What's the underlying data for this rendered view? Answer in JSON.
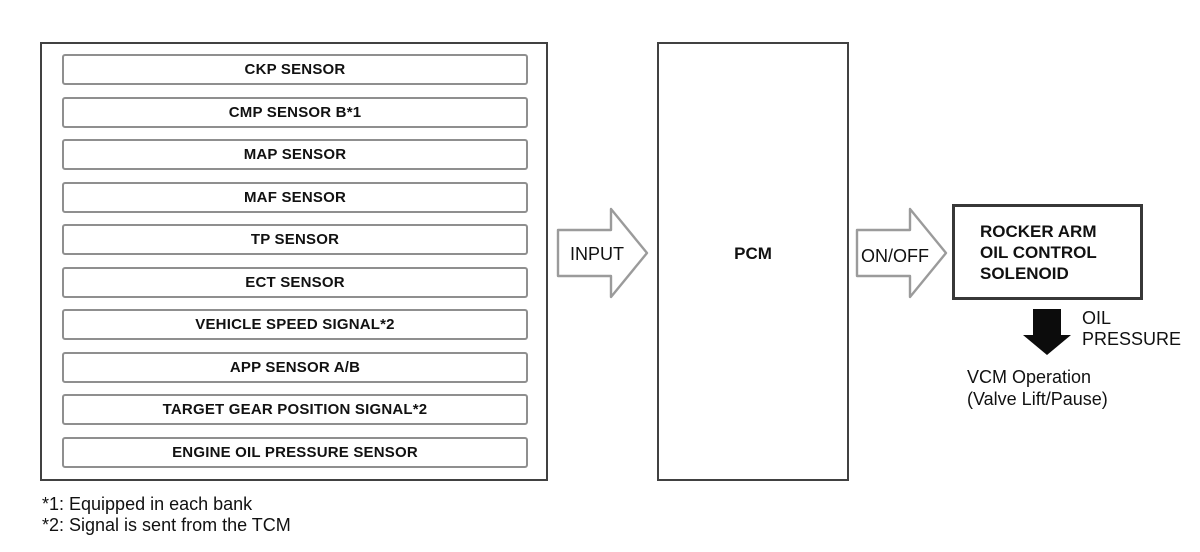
{
  "diagram": {
    "title_semantic": "PCM VCM control input/output diagram",
    "sensor_group": {
      "sensors": [
        "CKP SENSOR",
        "CMP SENSOR B*1",
        "MAP SENSOR",
        "MAF SENSOR",
        "TP SENSOR",
        "ECT SENSOR",
        "VEHICLE SPEED SIGNAL*2",
        "APP SENSOR A/B",
        "TARGET GEAR POSITION SIGNAL*2",
        "ENGINE OIL PRESSURE SENSOR"
      ]
    },
    "input_arrow": {
      "label": "INPUT"
    },
    "pcm": {
      "label": "PCM"
    },
    "onoff_arrow": {
      "label": "ON/OFF"
    },
    "solenoid": {
      "lines": [
        "ROCKER ARM",
        "OIL CONTROL",
        "SOLENOID"
      ]
    },
    "oil_pressure": {
      "lines": [
        "OIL",
        "PRESSURE"
      ]
    },
    "vcm_operation": {
      "lines": [
        "VCM Operation",
        "(Valve Lift/Pause)"
      ]
    },
    "footnotes": [
      "*1: Equipped in each bank",
      "*2: Signal is sent from the TCM"
    ],
    "colors": {
      "background": "#ffffff",
      "dark_box_border": "#414141",
      "sensor_box_border": "#8f8f8f",
      "block_arrow_outline": "#9b9b9b",
      "solenoid_box_border": "#383838",
      "solid_arrow_fill": "#0c0c0c",
      "text": "#111111"
    }
  }
}
